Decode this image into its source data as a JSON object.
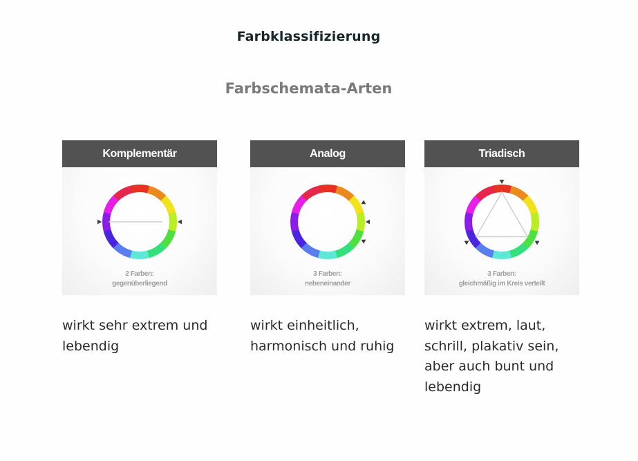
{
  "page": {
    "title": "Farbklassifizierung",
    "subtitle": "Farbschemata-Arten"
  },
  "wheel_colors": [
    "#e63222",
    "#ea8a1d",
    "#f2e21d",
    "#b8ee22",
    "#4ee040",
    "#34e07c",
    "#5ce8d4",
    "#5a7ef0",
    "#4b24e0",
    "#8a1ee8",
    "#e61ee8",
    "#e6264a"
  ],
  "cards": [
    {
      "header": "Komplementär",
      "caption_line1": "2 Farben:",
      "caption_line2": "gegenüberliegend",
      "description": "wirkt sehr extrem und lebendig",
      "scheme": "complementary"
    },
    {
      "header": "Analog",
      "caption_line1": "3 Farben:",
      "caption_line2": "nebeneinander",
      "description": "wirkt einheitlich, harmonisch und ruhig",
      "scheme": "analogous"
    },
    {
      "header": "Triadisch",
      "caption_line1": "3 Farben:",
      "caption_line2": "gleichmäßig im Kreis verteilt",
      "description": "wirkt extrem, laut, schrill, plakativ sein, aber auch bunt und lebendig",
      "scheme": "triadic"
    }
  ]
}
